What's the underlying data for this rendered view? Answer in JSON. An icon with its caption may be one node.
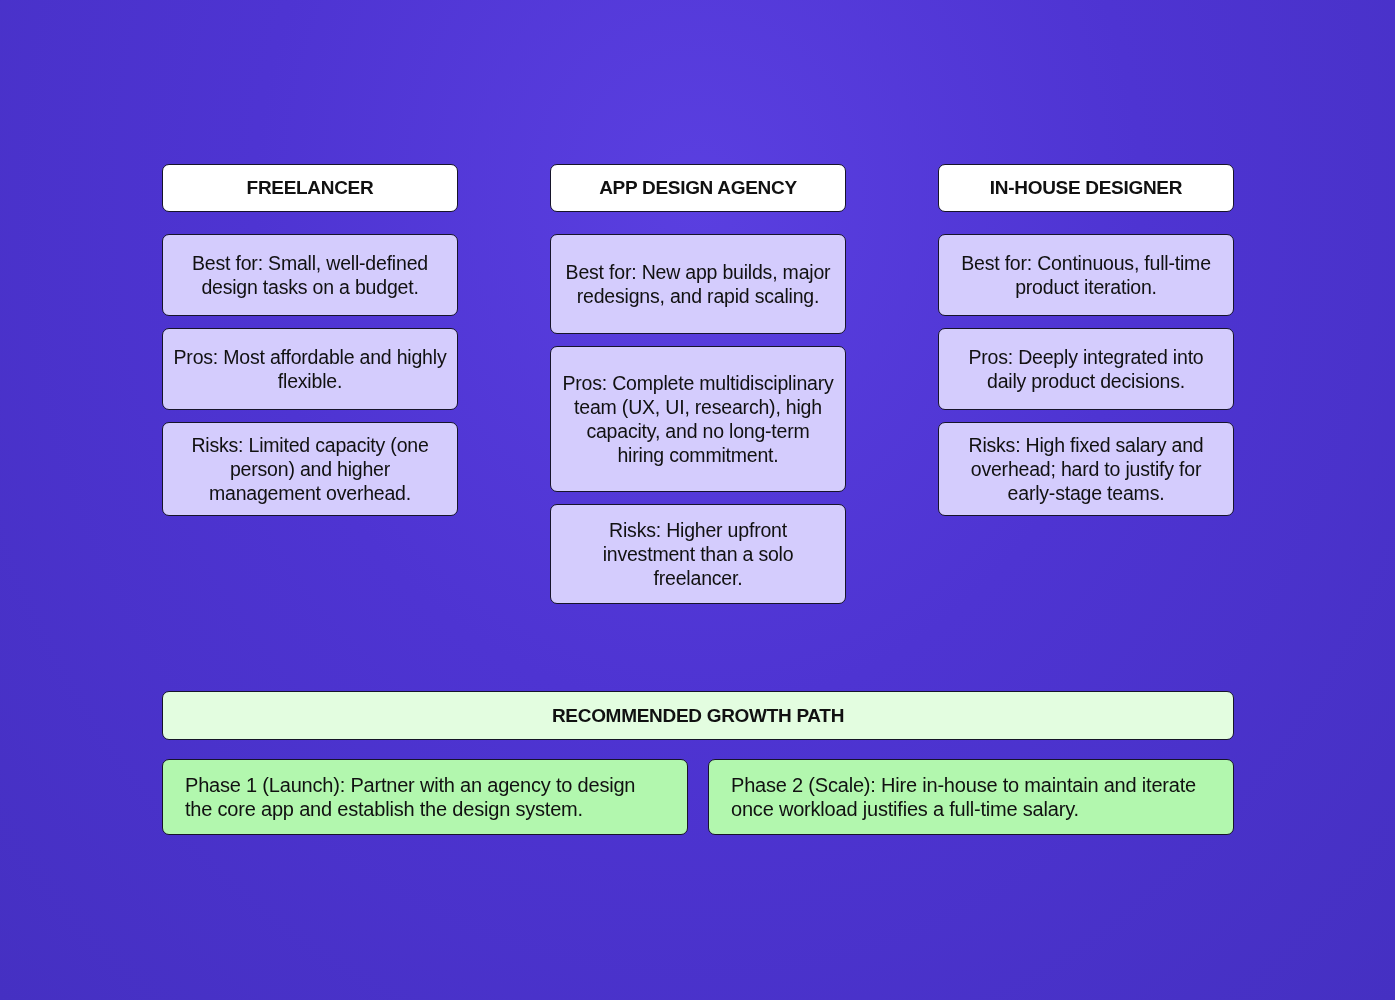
{
  "diagram": {
    "nodes": [
      {
        "text": [
          "FREELANCER"
        ]
      },
      {
        "text": [
          "Best for: Small, well-defined design tasks on a budget."
        ]
      },
      {
        "text": [
          "Pros: Most affordable and highly flexible."
        ]
      },
      {
        "text": [
          "Risks: Limited capacity (one person) and higher management overhead."
        ]
      },
      {
        "text": [
          "APP DESIGN AGENCY"
        ]
      },
      {
        "text": [
          "Best for: New app builds, major redesigns, and rapid scaling."
        ]
      },
      {
        "text": [
          "Pros: Complete multidisciplinary team (UX, UI, research), high capacity, and no long-term hiring commitment."
        ]
      },
      {
        "text": [
          "Risks: Higher upfront investment than a solo freelancer."
        ]
      },
      {
        "text": [
          "IN-HOUSE DESIGNER"
        ]
      },
      {
        "text": [
          "Best for: Continuous, full-time product iteration."
        ]
      },
      {
        "text": [
          "Pros: Deeply integrated into daily product decisions."
        ]
      },
      {
        "text": [
          "Risks: High fixed salary and overhead; hard to justify for early-stage teams."
        ]
      },
      {
        "text": [
          "RECOMMENDED GROWTH PATH"
        ]
      },
      {
        "text": [
          "Phase 1 (Launch): Partner with an agency to design the core app and establish the design system."
        ]
      },
      {
        "text": [
          "Phase 2 (Scale): Hire in-house to maintain and iterate once workload justifies a full-time salary."
        ]
      }
    ],
    "edges": []
  }
}
